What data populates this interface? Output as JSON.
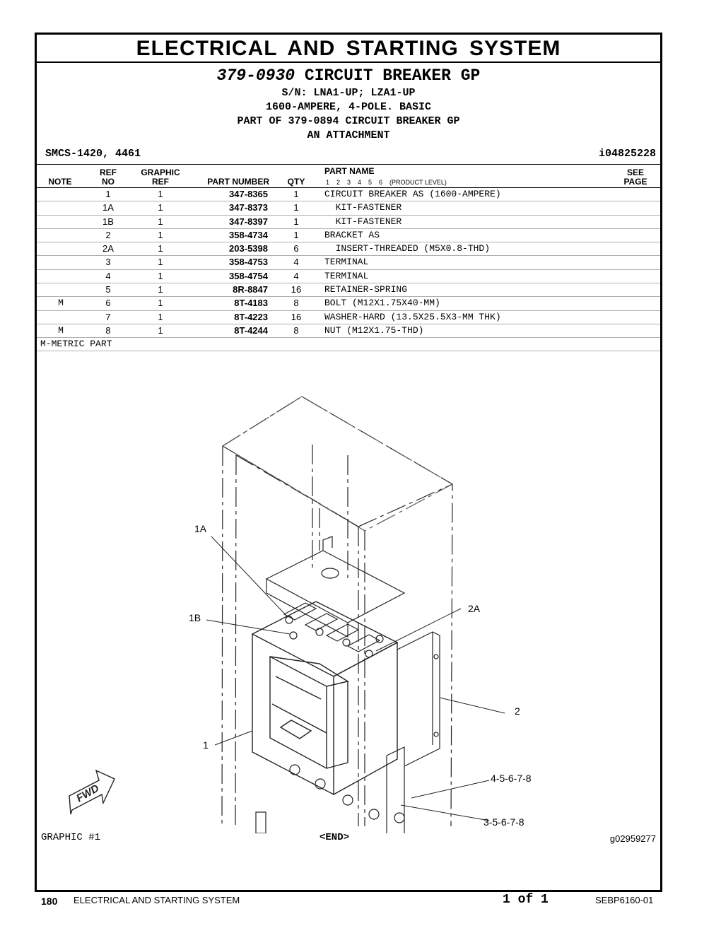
{
  "page": {
    "section_title": "ELECTRICAL AND STARTING SYSTEM",
    "group_number": "379-0930",
    "group_name": "CIRCUIT BREAKER GP",
    "serial_numbers": "S/N: LNA1-UP; LZA1-UP",
    "description": "1600-AMPERE, 4-POLE. BASIC",
    "part_of": "PART OF 379-0894 CIRCUIT BREAKER GP",
    "attachment": "AN ATTACHMENT",
    "smcs": "SMCS-1420, 4461",
    "illustration_id": "i04825228"
  },
  "table": {
    "headers": {
      "note": "NOTE",
      "ref_top": "REF",
      "ref_bottom": "NO",
      "graphic_top": "GRAPHIC",
      "graphic_bottom": "REF",
      "part_number": "PART NUMBER",
      "qty": "QTY",
      "part_name": "PART NAME",
      "levels": "1    2    3    4    5    6    (PRODUCT LEVEL)",
      "see_top": "SEE",
      "see_bottom": "PAGE"
    },
    "rows": [
      {
        "note": "",
        "ref": "1",
        "gref": "1",
        "pn": "347-8365",
        "qty": "1",
        "name": "CIRCUIT BREAKER AS (1600-AMPERE)"
      },
      {
        "note": "",
        "ref": "1A",
        "gref": "1",
        "pn": "347-8373",
        "qty": "1",
        "name": "  KIT-FASTENER"
      },
      {
        "note": "",
        "ref": "1B",
        "gref": "1",
        "pn": "347-8397",
        "qty": "1",
        "name": "  KIT-FASTENER"
      },
      {
        "note": "",
        "ref": "2",
        "gref": "1",
        "pn": "358-4734",
        "qty": "1",
        "name": "BRACKET AS"
      },
      {
        "note": "",
        "ref": "2A",
        "gref": "1",
        "pn": "203-5398",
        "qty": "6",
        "name": "  INSERT-THREADED (M5X0.8-THD)"
      },
      {
        "note": "",
        "ref": "3",
        "gref": "1",
        "pn": "358-4753",
        "qty": "4",
        "name": "TERMINAL"
      },
      {
        "note": "",
        "ref": "4",
        "gref": "1",
        "pn": "358-4754",
        "qty": "4",
        "name": "TERMINAL"
      },
      {
        "note": "",
        "ref": "5",
        "gref": "1",
        "pn": "8R-8847",
        "qty": "16",
        "name": "RETAINER-SPRING"
      },
      {
        "note": "M",
        "ref": "6",
        "gref": "1",
        "pn": "8T-4183",
        "qty": "8",
        "name": "BOLT (M12X1.75X40-MM)"
      },
      {
        "note": "",
        "ref": "7",
        "gref": "1",
        "pn": "8T-4223",
        "qty": "16",
        "name": "WASHER-HARD (13.5X25.5X3-MM THK)"
      },
      {
        "note": "M",
        "ref": "8",
        "gref": "1",
        "pn": "8T-4244",
        "qty": "8",
        "name": "NUT (M12X1.75-THD)"
      }
    ],
    "footnote": "M-METRIC PART"
  },
  "illustration": {
    "callouts": {
      "c1A": "1A",
      "c1B": "1B",
      "c1": "1",
      "c2A": "2A",
      "c2": "2",
      "c45678": "4-5-6-7-8",
      "c35678": "3-5-6-7-8"
    },
    "fwd_label": "FWD",
    "graphic_label": "GRAPHIC #1",
    "end_label": "<END>",
    "graphic_number": "g02959277"
  },
  "footer": {
    "page_number": "180",
    "section": "ELECTRICAL AND STARTING SYSTEM",
    "page_of": "1 of 1",
    "doc_id": "SEBP6160-01"
  }
}
